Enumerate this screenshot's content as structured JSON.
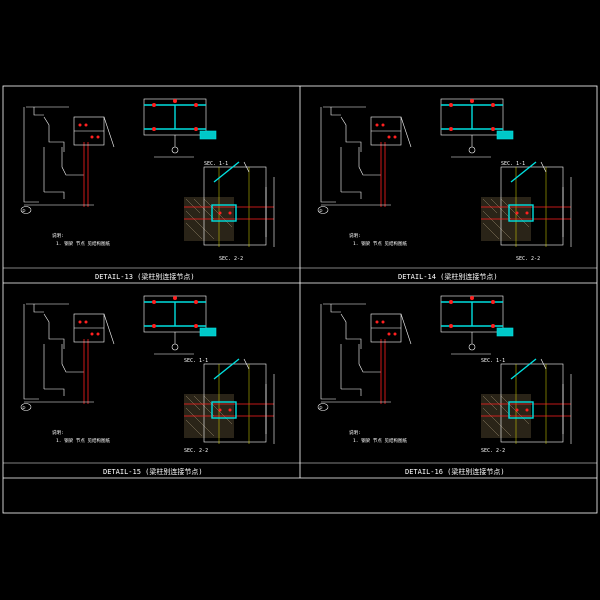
{
  "details": [
    {
      "caption": "DETAIL-13 (梁柱别连接节点)",
      "section_1": "SEC. 1-1",
      "section_2": "SEC. 2-2",
      "note_title": "说明:",
      "note_line": "1. 钢梁 节点      见结构图纸",
      "grid_mark": "②"
    },
    {
      "caption": "DETAIL-14 (梁柱别连接节点)",
      "section_1": "SEC. 1-1",
      "section_2": "SEC. 2-2",
      "note_title": "说明:",
      "note_line": "1. 钢梁 节点      见结构图纸",
      "grid_mark": "②"
    },
    {
      "caption": "DETAIL-15 (梁柱别连接节点)",
      "section_1": "SEC. 1-1",
      "section_2": "SEC. 2-2",
      "note_title": "说明:",
      "note_line": "1. 钢梁 节点      见结构图纸",
      "grid_mark": "②"
    },
    {
      "caption": "DETAIL-16 (梁柱别连接节点)",
      "section_1": "SEC. 1-1",
      "section_2": "SEC. 2-2",
      "note_title": "说明:",
      "note_line": "1. 钢梁 节点      见结构图纸",
      "grid_mark": "②"
    }
  ],
  "colors": {
    "background": "#000000",
    "frame": "#ffffff",
    "steel": "#00e0e0",
    "bolts": "#ff2020",
    "concrete_hatch": "#b0a080"
  }
}
